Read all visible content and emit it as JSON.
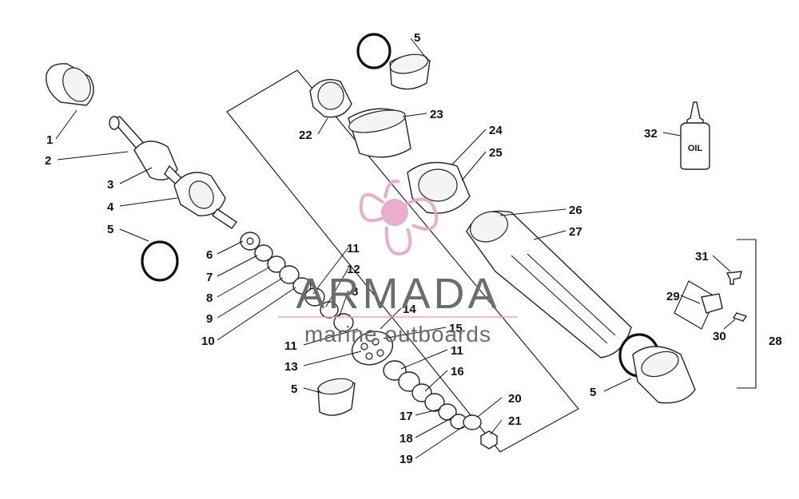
{
  "callouts": {
    "c1": "1",
    "c2": "2",
    "c3": "3",
    "c4": "4",
    "c5a": "5",
    "c5b": "5",
    "c5c": "5",
    "c5d": "5",
    "c6": "6",
    "c7": "7",
    "c8a": "8",
    "c8b": "8",
    "c9": "9",
    "c10": "10",
    "c11a": "11",
    "c11b": "11",
    "c11c": "11",
    "c12": "12",
    "c13": "13",
    "c14": "14",
    "c15": "15",
    "c16": "16",
    "c17": "17",
    "c18": "18",
    "c19": "19",
    "c20": "20",
    "c21": "21",
    "c22": "22",
    "c23": "23",
    "c24": "24",
    "c25": "25",
    "c26": "26",
    "c27": "27",
    "c28": "28",
    "c29": "29",
    "c30": "30",
    "c31": "31",
    "c32": "32"
  },
  "oil_bottle_label": "OIL",
  "watermark": {
    "brand": "ARMADA",
    "tagline": "marine outboards",
    "color": "#e8a6c8"
  }
}
